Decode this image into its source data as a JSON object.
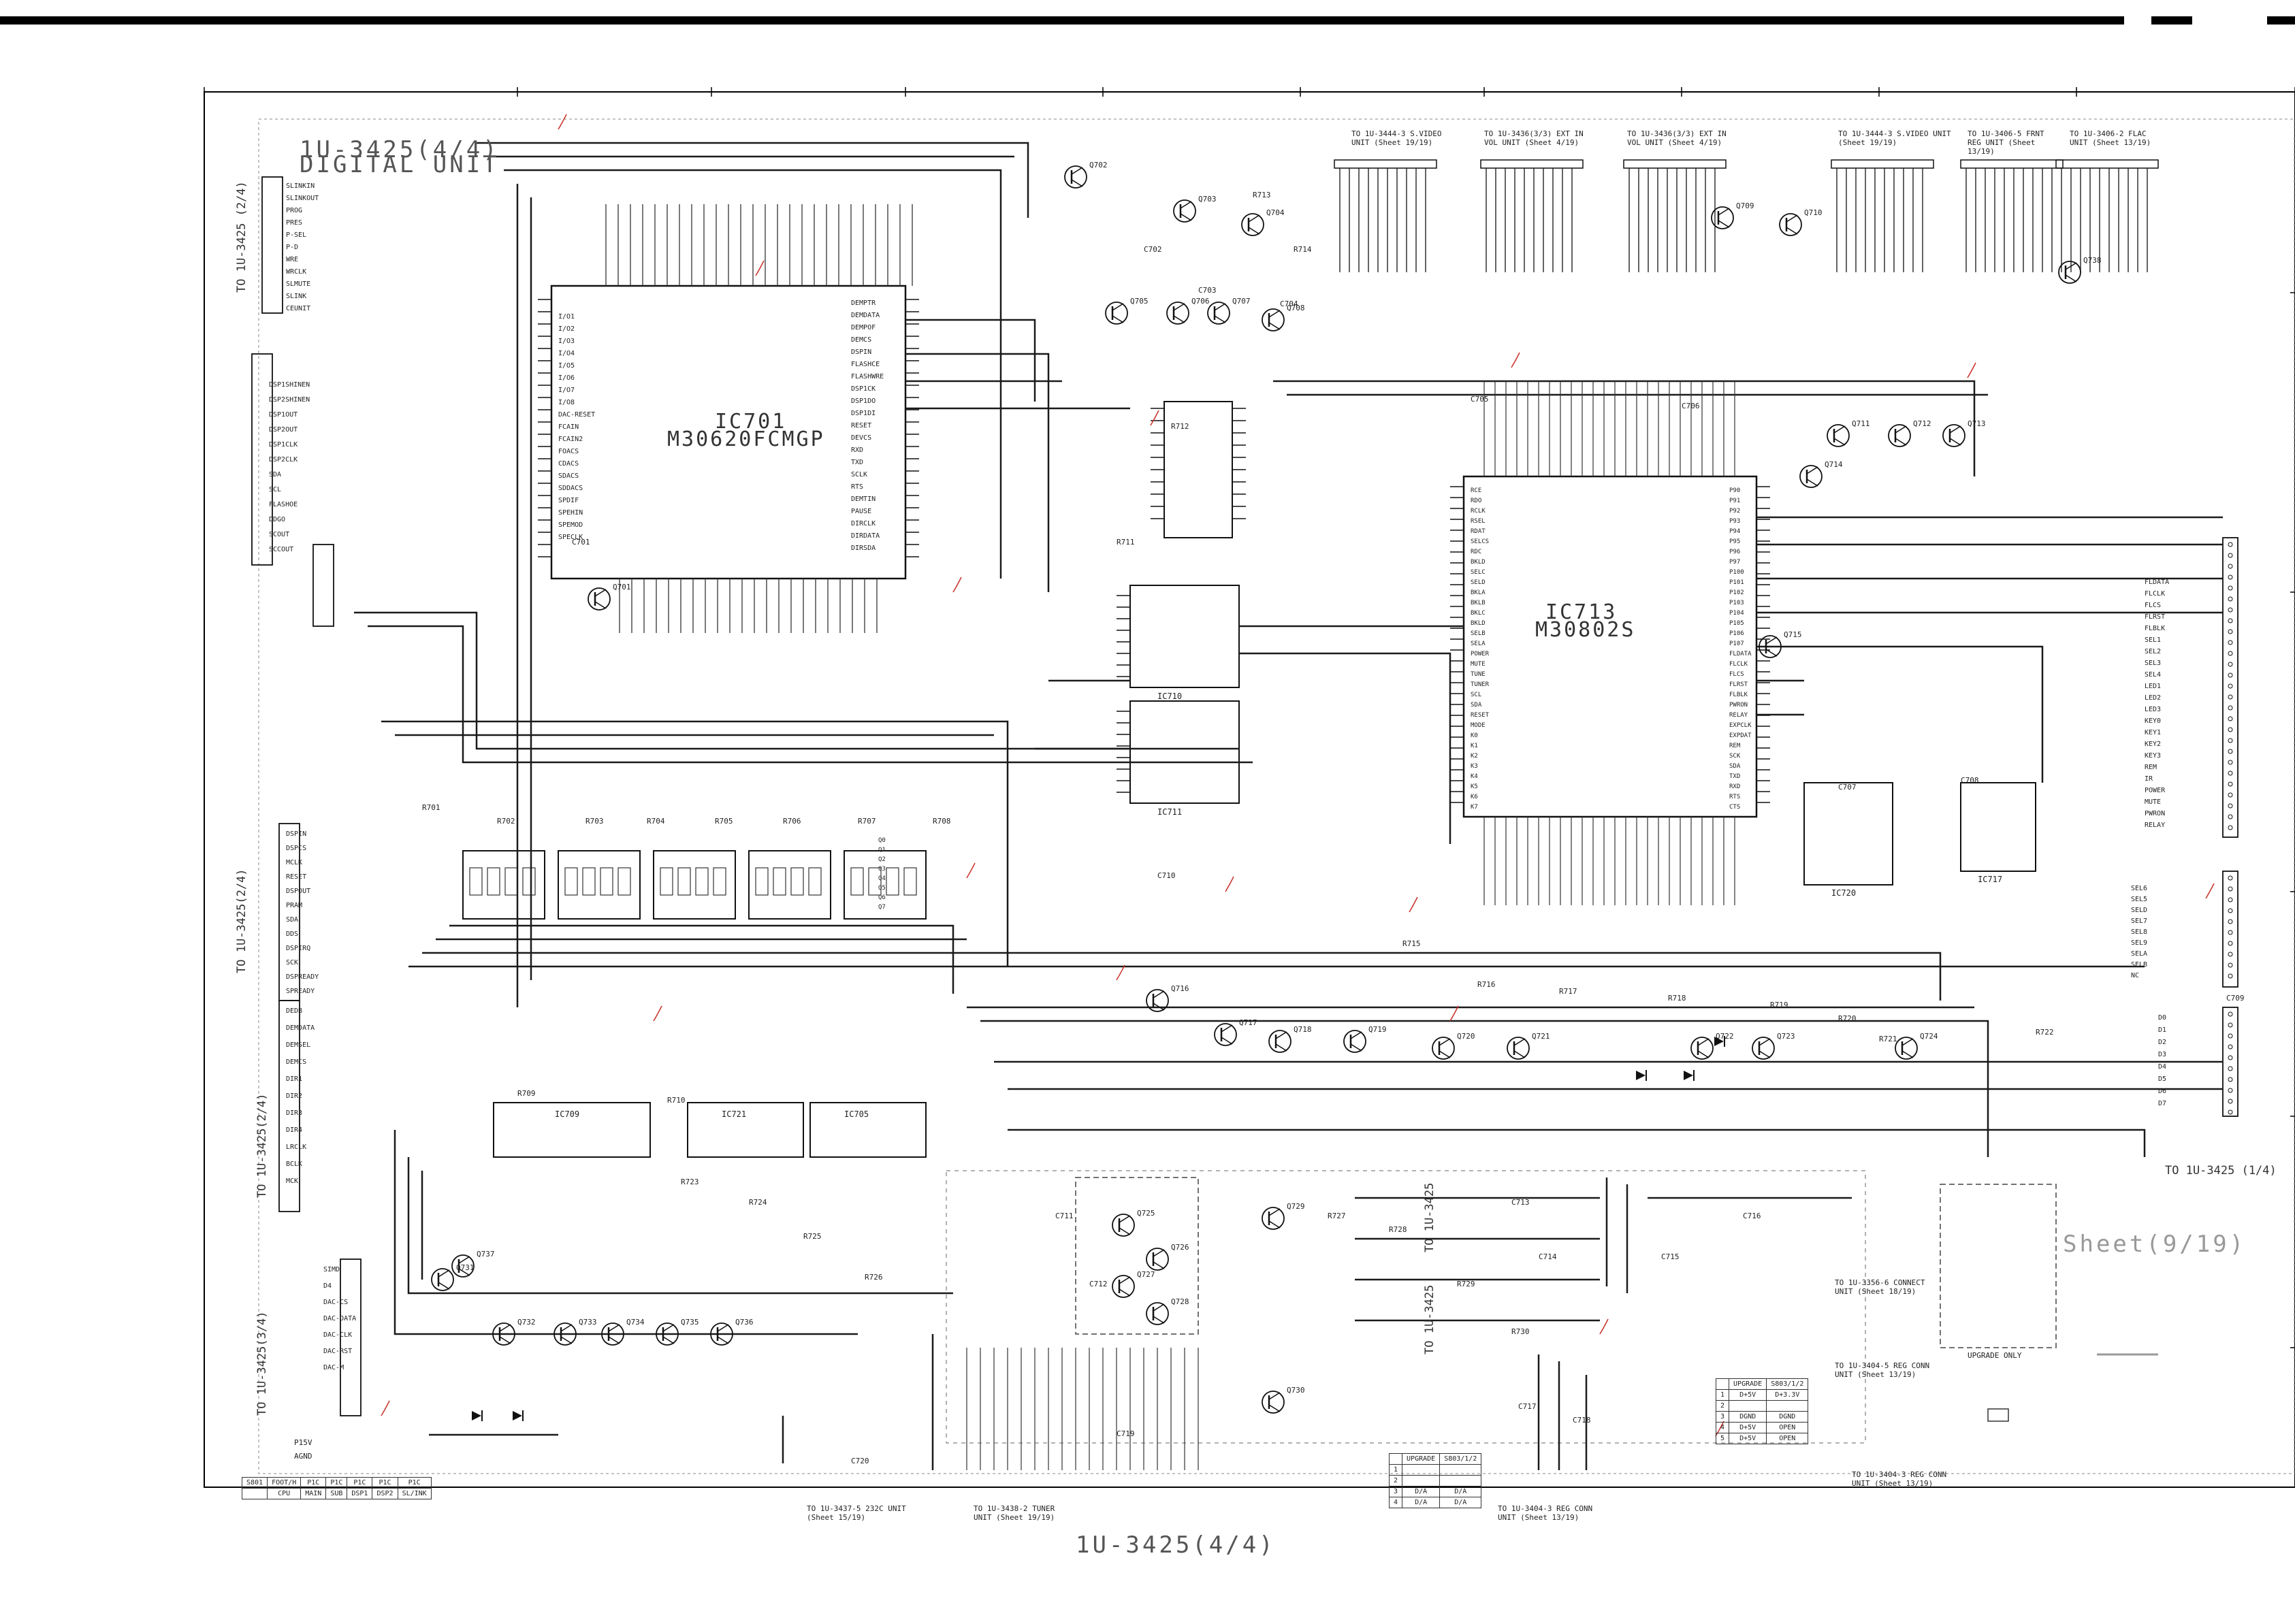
{
  "document": {
    "header_title": "1U-3425(4/4)",
    "header_subtitle": "DIGITAL UNIT",
    "footer_title": "1U-3425(4/4)",
    "sheet_label": "Sheet(9/19)"
  },
  "ics": {
    "ic701_name": "IC701",
    "ic701_part": "M30620FCMGP",
    "ic713_name": "IC713",
    "ic713_part": "M30802S",
    "ic710_part": "IC710",
    "ic711_part": "IC711",
    "ic709_part": "IC709",
    "ic721_part": "IC721",
    "ic705_part": "IC705",
    "ic720_part": "IC720",
    "ic717_part": "IC717"
  },
  "connectors_left": {
    "to_3425_2_4_a": "TO 1U-3425 (2/4)",
    "to_3425_2_4_b": "TO 1U-3425(2/4)",
    "to_3425_2_4_c": "TO 1U-3425(2/4)",
    "to_3425_3_4": "TO 1U-3425(3/4)"
  },
  "connectors_right": {
    "to_3425_1_4": "TO 1U-3425 (1/4)",
    "to_3425_mid_a": "TO 1U-3425",
    "to_3425_mid_b": "TO 1U-3425"
  },
  "top_units": {
    "u1": "TO 1U-3444-3 S.VIDEO UNIT (Sheet 19/19)",
    "u2": "TO 1U-3436(3/3) EXT IN VOL UNIT (Sheet 4/19)",
    "u3": "TO 1U-3436(3/3) EXT IN VOL UNIT (Sheet 4/19)",
    "u4": "TO 1U-3444-3 S.VIDEO UNIT (Sheet 19/19)",
    "u5": "TO 1U-3406-5 FRNT REG UNIT (Sheet 13/19)",
    "u6": "TO 1U-3406-2 FLAC UNIT (Sheet 13/19)"
  },
  "bottom_units": {
    "b1": "TO 1U-3437-5 232C UNIT (Sheet 15/19)",
    "b2": "TO 1U-3438-2 TUNER UNIT (Sheet 19/19)",
    "b3": "TO 1U-3404-3 REG CONN UNIT (Sheet 13/19)",
    "b4": "TO 1U-3404-3 REG CONN UNIT (Sheet 13/19)",
    "b5": "TO 1U-3356-6 CONNECT UNIT (Sheet 18/19)",
    "b6": "TO 1U-3404-5 REG CONN UNIT (Sheet 13/19)",
    "upgrade": "UPGRADE ONLY"
  },
  "switch_table": {
    "header": [
      "S801",
      "FOOT/H",
      "P1C",
      "P1C",
      "P1C",
      "P1C",
      "P1C"
    ],
    "row": [
      "CPU",
      "MAIN",
      "SUB",
      "DSP1",
      "DSP2",
      "SL/INK"
    ]
  },
  "upgrade_table": {
    "header": [
      "UPGRADE",
      "S803/1/2"
    ],
    "rows": [
      [
        "1",
        "D+5V",
        "D+3.3V"
      ],
      [
        "2",
        "",
        ""
      ],
      [
        "3",
        "DGND",
        "DGND"
      ],
      [
        "4",
        "D+5V",
        "OPEN"
      ],
      [
        "5",
        "D+5V",
        "OPEN"
      ]
    ]
  },
  "upgrade_table2": {
    "header": [
      "UPGRADE",
      "S803/1/2"
    ],
    "rows": [
      [
        "1",
        "",
        ""
      ],
      [
        "2",
        "",
        ""
      ],
      [
        "3",
        "D/A",
        "D/A"
      ],
      [
        "4",
        "D/A",
        "D/A"
      ]
    ]
  },
  "power_labels": {
    "p1": "P15V",
    "p2": "AGND"
  },
  "net_labels_top_left": [
    "SLINKIN",
    "SLINKOUT",
    "PROG",
    "PRES",
    "P-SEL",
    "P-D",
    "WRE",
    "WRCLK",
    "SLMUTE",
    "SLINK",
    "CEUNIT"
  ],
  "net_labels_mid_left": [
    "DSP1SHINEN",
    "DSP2SHINEN",
    "DSP1OUT",
    "DSP2OUT",
    "DSP1CLK",
    "DSP2CLK",
    "SDA",
    "SCL",
    "FLASHOE",
    "DDGO",
    "SCOUT",
    "SCCOUT"
  ],
  "net_labels_left3": [
    "DSPIN",
    "DSPCS",
    "MCLK",
    "RESET",
    "DSPOUT",
    "PRAM",
    "SDA",
    "DDS",
    "DSPIRQ",
    "SCK",
    "DSPREADY",
    "SPREADY"
  ],
  "net_labels_left4": [
    "DEDB",
    "DEMDATA",
    "DEMSEL",
    "DEMCS",
    "DIR1",
    "DIR2",
    "DIR3",
    "DIR4",
    "LRCLK",
    "BCLK",
    "MCK"
  ],
  "net_labels_left5": [
    "SIMD",
    "D4",
    "DAC-CS",
    "DAC-DATA",
    "DAC-CLK",
    "DAC-RST",
    "DAC-M"
  ],
  "net_labels_right": [
    "FLDATA",
    "FLCLK",
    "FLCS",
    "FLRST",
    "FLBLK",
    "SEL1",
    "SEL2",
    "SEL3",
    "SEL4",
    "LED1",
    "LED2",
    "LED3",
    "KEY0",
    "KEY1",
    "KEY2",
    "KEY3",
    "REM",
    "IR",
    "POWER",
    "MUTE",
    "PWRON",
    "RELAY"
  ],
  "net_labels_right2": [
    "SEL6",
    "SEL5",
    "SELD",
    "SEL7",
    "SEL8",
    "SEL9",
    "SELA",
    "SELB",
    "NC"
  ],
  "net_labels_right3": [
    "D0",
    "D1",
    "D2",
    "D3",
    "D4",
    "D5",
    "D6",
    "D7"
  ],
  "net_labels_right4": [
    "Q0",
    "Q1",
    "Q2",
    "Q3",
    "Q4",
    "Q5",
    "Q6",
    "Q7"
  ],
  "ic701_left_pins": [
    "I/O1",
    "I/O2",
    "I/O3",
    "I/O4",
    "I/O5",
    "I/O6",
    "I/O7",
    "I/O8",
    "DAC-RESET",
    "FCAIN",
    "FCAIN2",
    "FOACS",
    "CDACS",
    "SDACS",
    "SDDACS",
    "SPDIF",
    "SPEHIN",
    "SPEMOD",
    "SPECLK"
  ],
  "ic701_right_pins": [
    "DEMPTR",
    "DEMDATA",
    "DEMPOF",
    "DEMCS",
    "DSPIN",
    "FLASHCE",
    "FLASHWRE",
    "DSP1CK",
    "DSP1DO",
    "DSP1DI",
    "RESET",
    "DEVCS",
    "RXD",
    "TXD",
    "SCLK",
    "RTS",
    "DEMTIN",
    "PAUSE",
    "DIRCLK",
    "DIRDATA",
    "DIRSDA"
  ],
  "ic713_left_pins": [
    "RCE",
    "RDO",
    "RCLK",
    "RSEL",
    "RDAT",
    "SELCS",
    "RDC",
    "BKLD",
    "SELC",
    "SELD",
    "BKLA",
    "BKLB",
    "BKLC",
    "BKLD",
    "SELB",
    "SELA",
    "POWER",
    "MUTE",
    "TUNE",
    "TUNER",
    "SCL",
    "SDA",
    "RESET",
    "MODE",
    "K0",
    "K1",
    "K2",
    "K3",
    "K4",
    "K5",
    "K6",
    "K7"
  ],
  "ic713_right_pins": [
    "P90",
    "P91",
    "P92",
    "P93",
    "P94",
    "P95",
    "P96",
    "P97",
    "P100",
    "P101",
    "P102",
    "P103",
    "P104",
    "P105",
    "P106",
    "P107",
    "FLDATA",
    "FLCLK",
    "FLCS",
    "FLRST",
    "FLBLK",
    "PWRON",
    "RELAY",
    "EXPCLK",
    "EXPDAT",
    "REM",
    "SCK",
    "SDA",
    "TXD",
    "RXD",
    "RTS",
    "CTS"
  ],
  "transistor_labels": [
    "Q701",
    "Q702",
    "Q703",
    "Q704",
    "Q705",
    "Q706",
    "Q707",
    "Q708",
    "Q709",
    "Q710",
    "Q711",
    "Q712",
    "Q713",
    "Q714",
    "Q715",
    "Q716",
    "Q717",
    "Q718",
    "Q719",
    "Q720",
    "Q721",
    "Q722",
    "Q723",
    "Q724",
    "Q725",
    "Q726",
    "Q727",
    "Q728",
    "Q729",
    "Q730",
    "Q731",
    "Q732",
    "Q733",
    "Q734",
    "Q735",
    "Q736",
    "Q737",
    "Q738"
  ],
  "resistor_labels": [
    "R701",
    "R702",
    "R703",
    "R704",
    "R705",
    "R706",
    "R707",
    "R708",
    "R709",
    "R710",
    "R711",
    "R712",
    "R713",
    "R714",
    "R715",
    "R716",
    "R717",
    "R718",
    "R719",
    "R720",
    "R721",
    "R722",
    "R723",
    "R724",
    "R725",
    "R726",
    "R727",
    "R728",
    "R729",
    "R730"
  ],
  "capacitor_labels": [
    "C701",
    "C702",
    "C703",
    "C704",
    "C705",
    "C706",
    "C707",
    "C708",
    "C709",
    "C710",
    "C711",
    "C712",
    "C713",
    "C714",
    "C715",
    "C716",
    "C717",
    "C718",
    "C719",
    "C720"
  ],
  "colors": {
    "line": "#1a1a1a",
    "frame": "#000000",
    "accent_red": "#c8302a",
    "light_text": "#666666"
  }
}
